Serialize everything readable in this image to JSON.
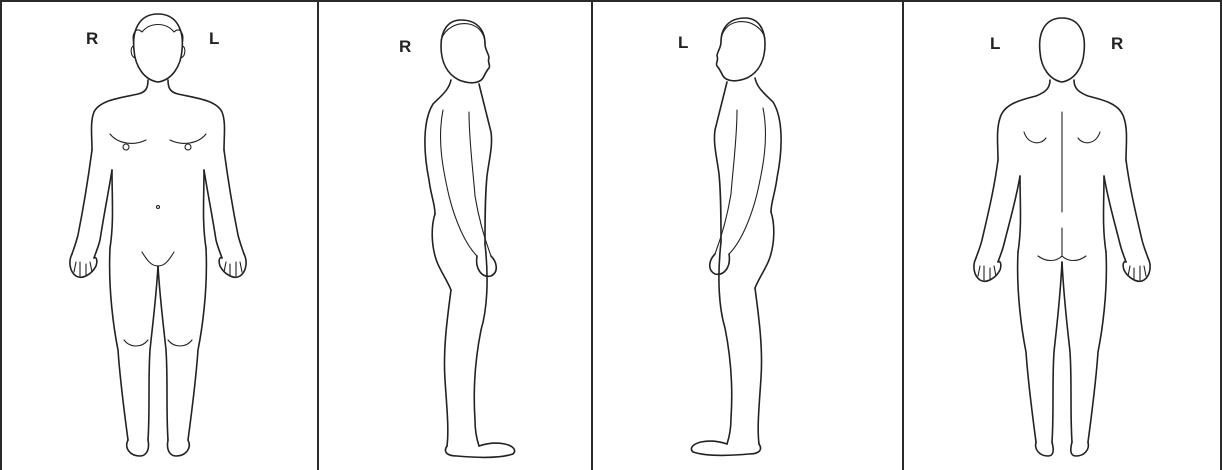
{
  "panels": [
    {
      "view": "front",
      "labels": [
        "R",
        "L"
      ]
    },
    {
      "view": "right-side",
      "labels": [
        "R"
      ]
    },
    {
      "view": "left-side",
      "labels": [
        "L"
      ]
    },
    {
      "view": "back",
      "labels": [
        "L",
        "R"
      ]
    }
  ],
  "colors": {
    "line": "#222222",
    "background": "#ffffff"
  }
}
